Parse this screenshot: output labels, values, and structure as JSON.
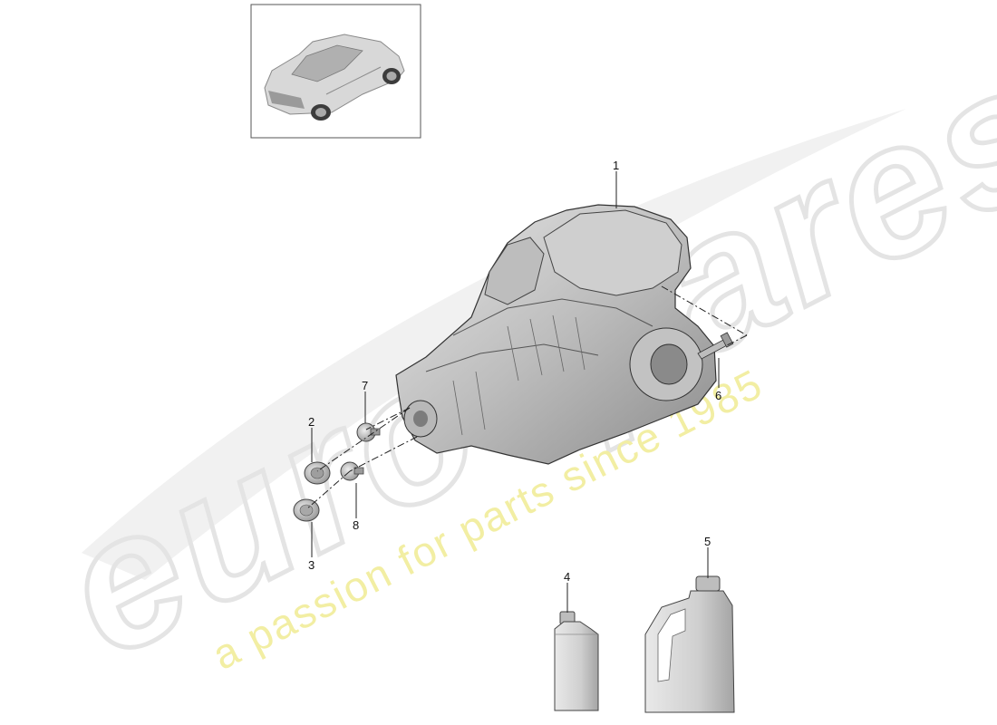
{
  "diagram": {
    "callouts": [
      {
        "id": "1",
        "label": "1"
      },
      {
        "id": "2",
        "label": "2"
      },
      {
        "id": "3",
        "label": "3"
      },
      {
        "id": "4",
        "label": "4"
      },
      {
        "id": "5",
        "label": "5"
      },
      {
        "id": "6",
        "label": "6"
      },
      {
        "id": "7",
        "label": "7"
      },
      {
        "id": "8",
        "label": "8"
      }
    ],
    "parts": [
      {
        "id": "1",
        "name": "manual-gearbox"
      },
      {
        "id": "2",
        "name": "sealing-cap"
      },
      {
        "id": "3",
        "name": "sealing-cap"
      },
      {
        "id": "4",
        "name": "oil-bottle"
      },
      {
        "id": "5",
        "name": "oil-canister"
      },
      {
        "id": "6",
        "name": "bolt"
      },
      {
        "id": "7",
        "name": "screw-plug"
      },
      {
        "id": "8",
        "name": "screw-plug"
      }
    ]
  },
  "watermark": {
    "brand": "eurospares",
    "tagline": "a passion for parts since 1985",
    "brand_color": "#e4e4e4",
    "tagline_color": "#f2eea3"
  },
  "colors": {
    "line": "#222222",
    "part_fill": "#d2d2d2",
    "part_shadow": "#9a9a9a",
    "part_dark": "#6e6e6e"
  }
}
